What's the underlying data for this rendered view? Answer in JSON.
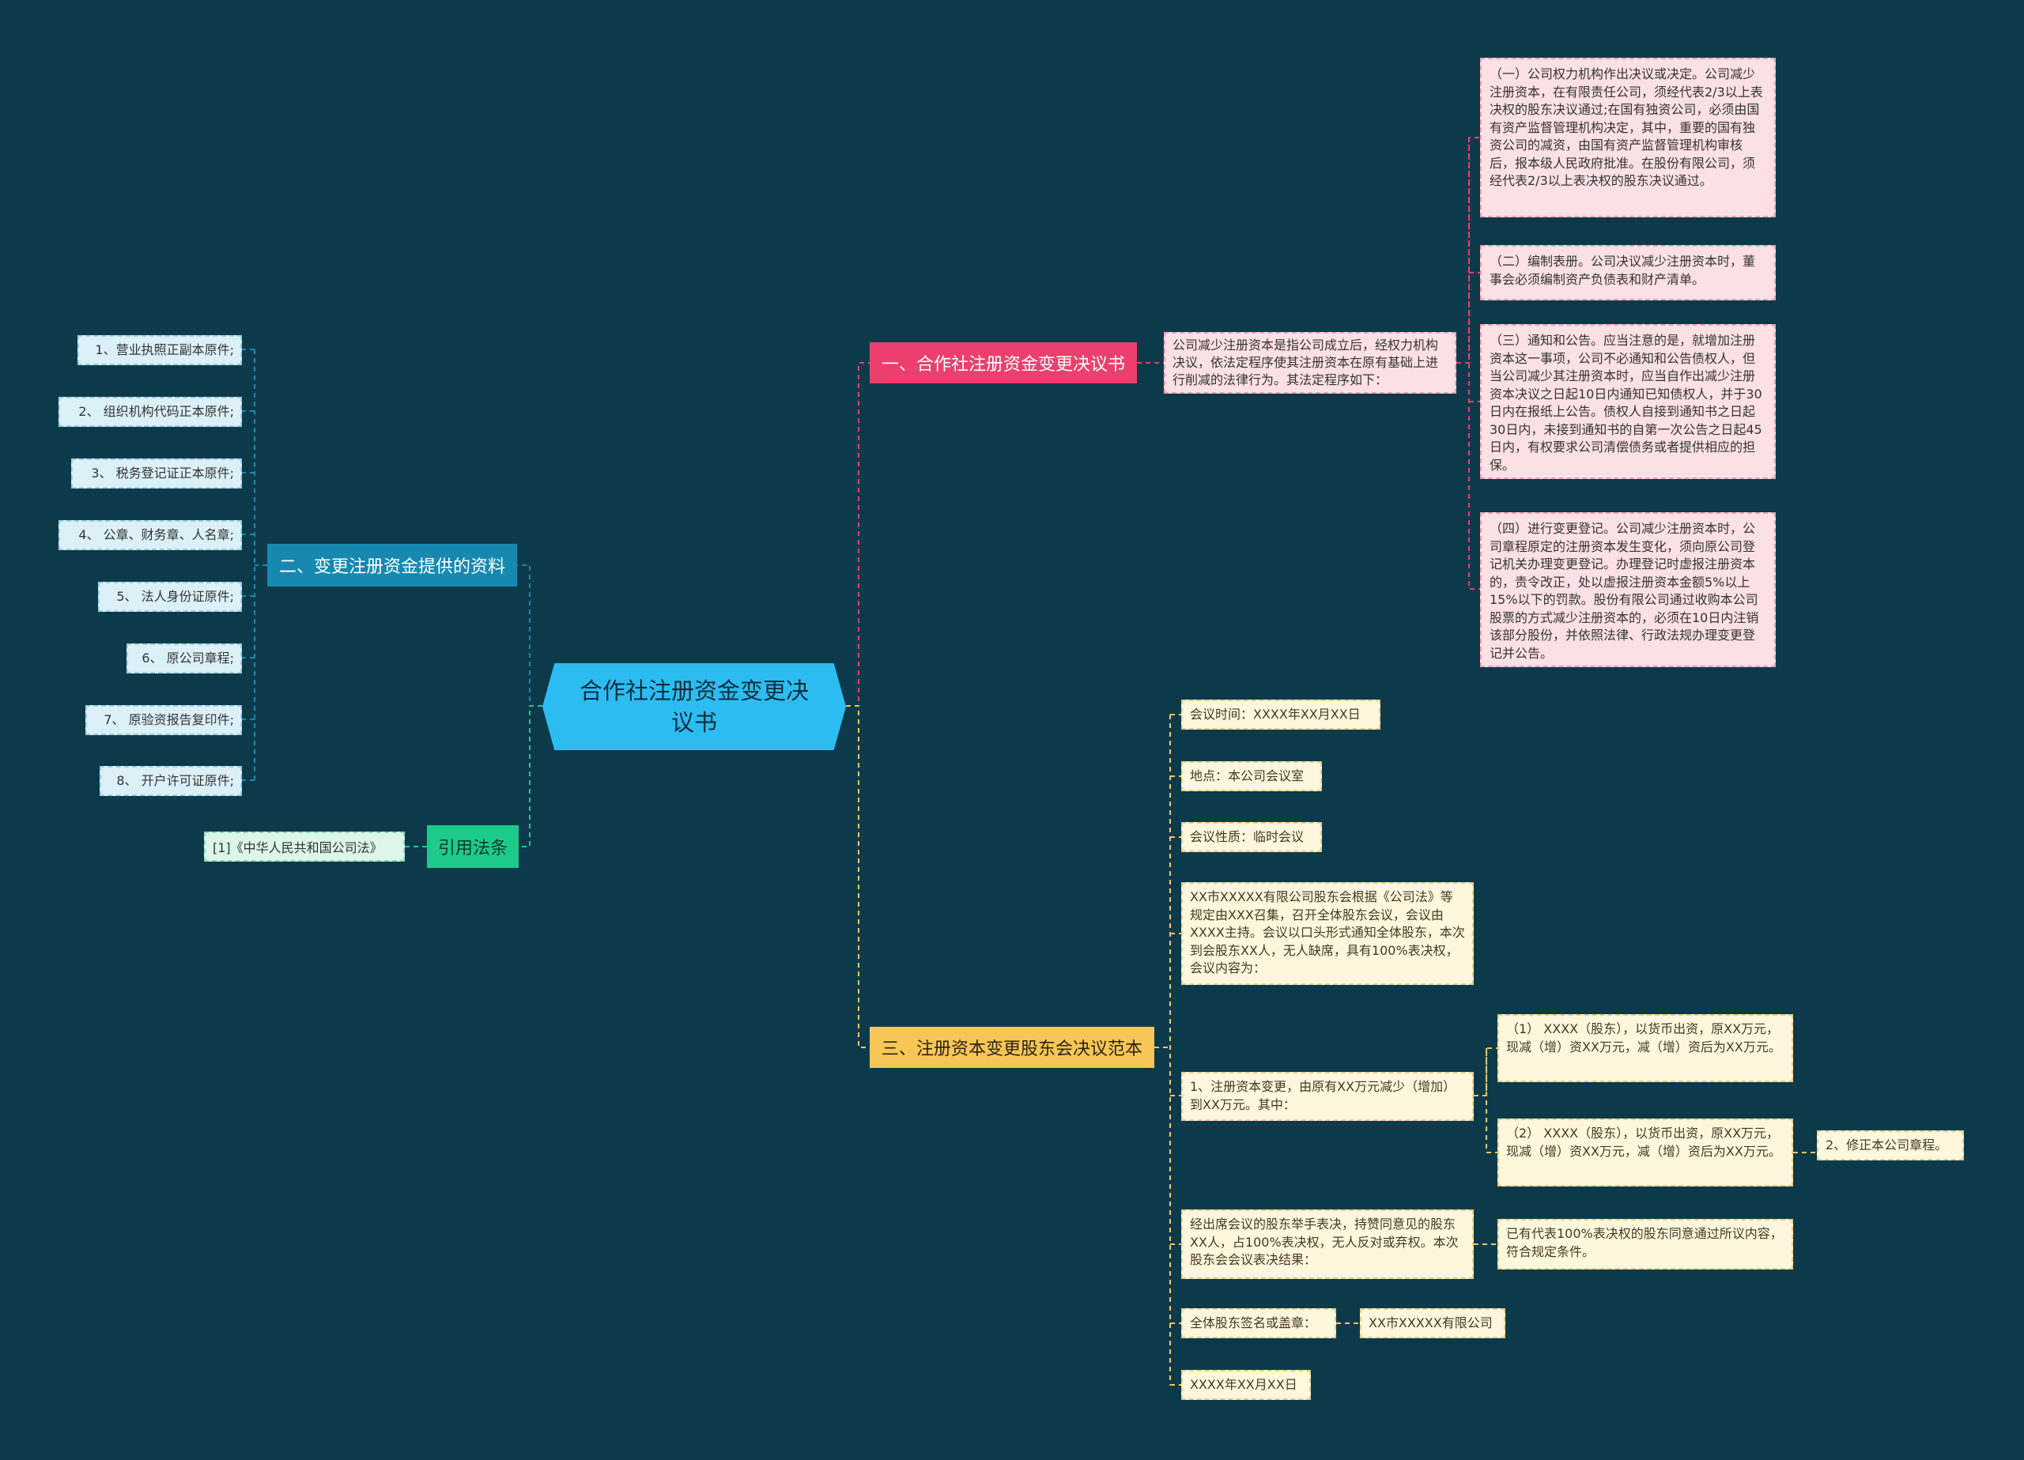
{
  "root": {
    "title": "合作社注册资金变更决议书"
  },
  "branch1": {
    "label": "一、合作社注册资金变更决议书",
    "intro": "公司减少注册资本是指公司成立后，经权力机构决议，依法定程序使其注册资本在原有基础上进行削减的法律行为。其法定程序如下：",
    "items": [
      "（一）公司权力机构作出决议或决定。公司减少注册资本，在有限责任公司，须经代表2/3以上表决权的股东决议通过;在国有独资公司，必须由国有资产监督管理机构决定，其中，重要的国有独资公司的减资，由国有资产监督管理机构审核后，报本级人民政府批准。在股份有限公司，须经代表2/3以上表决权的股东决议通过。",
      "（二）编制表册。公司决议减少注册资本时，董事会必须编制资产负债表和财产清单。",
      "（三）通知和公告。应当注意的是，就增加注册资本这一事项，公司不必通知和公告债权人，但当公司减少其注册资本时，应当自作出减少注册资本决议之日起10日内通知已知债权人，并于30日内在报纸上公告。债权人自接到通知书之日起30日内，未接到通知书的自第一次公告之日起45日内，有权要求公司清偿债务或者提供相应的担保。",
      "（四）进行变更登记。公司减少注册资本时，公司章程原定的注册资本发生变化，须向原公司登记机关办理变更登记。办理登记时虚报注册资本的，责令改正，处以虚报注册资本金额5%以上15%以下的罚款。股份有限公司通过收购本公司股票的方式减少注册资本的，必须在10日内注销该部分股份，并依照法律、行政法规办理变更登记并公告。"
    ]
  },
  "branch2": {
    "label": "二、变更注册资金提供的资料",
    "items": [
      "1、营业执照正副本原件;",
      "2、 组织机构代码正本原件;",
      "3、 税务登记证正本原件;",
      "4、 公章、财务章、人名章;",
      "5、 法人身份证原件;",
      "6、 原公司章程;",
      "7、 原验资报告复印件;",
      "8、 开户许可证原件;"
    ]
  },
  "branch3": {
    "label": "三、注册资本变更股东会决议范本",
    "time": "会议时间：XXXX年XX月XX日",
    "place": "地点：本公司会议室",
    "nature": "会议性质：临时会议",
    "meeting": "XX市XXXXX有限公司股东会根据《公司法》等规定由XXX召集，召开全体股东会议，会议由XXXX主持。会议以口头形式通知全体股东，本次到会股东XX人，无人缺席，具有100%表决权，会议内容为：",
    "change": "1、注册资本变更，由原有XX万元减少（增加）到XX万元。其中：",
    "change_items": [
      "（1） XXXX（股东），以货币出资，原XX万元，现减（增）资XX万元，减（增）资后为XX万元。",
      "（2） XXXX（股东），以货币出资，原XX万元，现减（增）资XX万元，减（增）资后为XX万元。"
    ],
    "amend": "2、修正本公司章程。",
    "vote": "经出席会议的股东举手表决，持赞同意见的股东XX人，占100%表决权，无人反对或弃权。本次股东会会议表决结果：",
    "vote_result": "已有代表100%表决权的股东同意通过所议内容，符合规定条件。",
    "sign": "全体股东签名或盖章：",
    "sign_company": "XX市XXXXX有限公司",
    "date": "XXXX年XX月XX日"
  },
  "branch4": {
    "label": "引用法条",
    "items": [
      "[1]《中华人民共和国公司法》"
    ]
  },
  "colors": {
    "background": "#0d3a4b",
    "root": "#2bbdf2",
    "branch1": "#ec3f6d",
    "branch2": "#1789b0",
    "branch3": "#f8c657",
    "branch4": "#1ccb8a"
  }
}
